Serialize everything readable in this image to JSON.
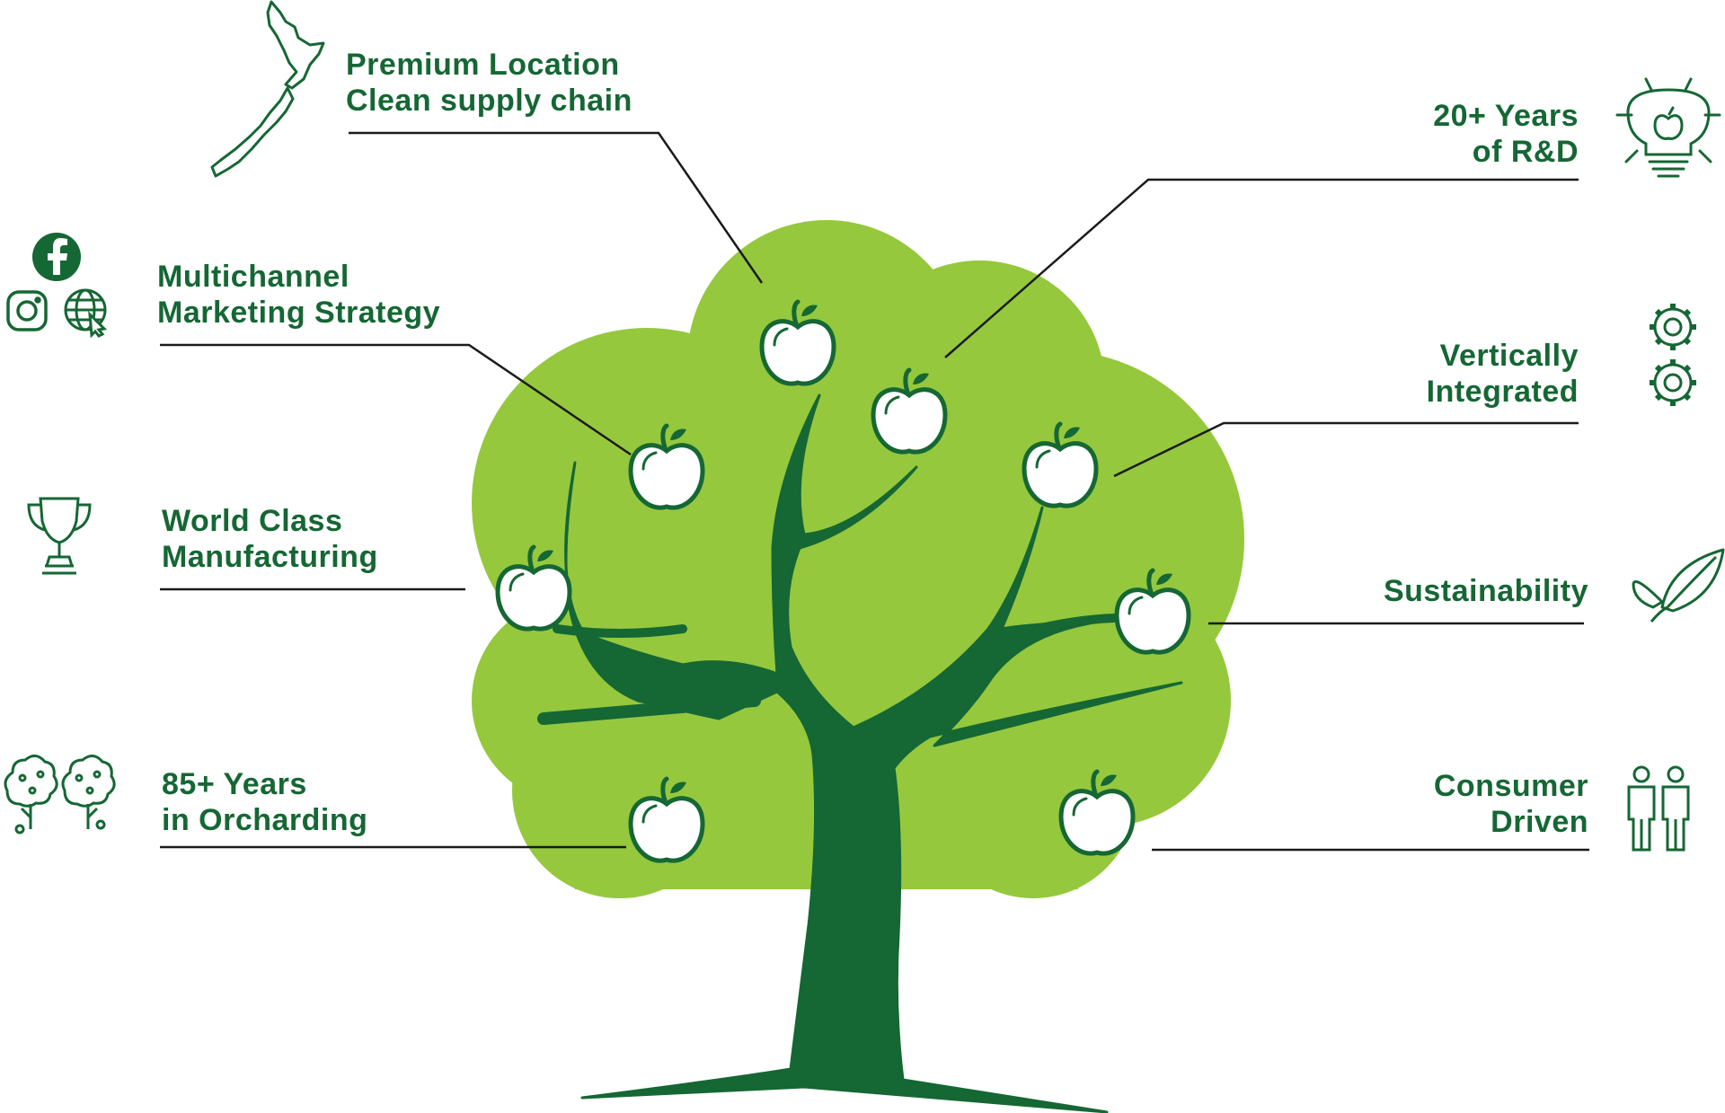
{
  "colors": {
    "dark_green": "#156734",
    "canopy_green": "#95c83d",
    "line": "#1a1a1a",
    "apple_fill": "#ffffff"
  },
  "labels": {
    "premium_location": {
      "line1": "Premium Location",
      "line2": "Clean supply chain"
    },
    "multichannel": {
      "line1": "Multichannel",
      "line2": "Marketing Strategy"
    },
    "world_class": {
      "line1": "World Class",
      "line2": "Manufacturing"
    },
    "orcharding": {
      "line1": "85+ Years",
      "line2": "in Orcharding"
    },
    "rnd": {
      "line1": "20+ Years",
      "line2": "of R&D"
    },
    "vertically": {
      "line1": "Vertically",
      "line2": "Integrated"
    },
    "sustainability": {
      "line1": "Sustainability"
    },
    "consumer": {
      "line1": "Consumer",
      "line2": "Driven"
    }
  },
  "icons": {
    "new_zealand": "new-zealand-map-icon",
    "facebook": "facebook-icon",
    "instagram": "instagram-icon",
    "web": "globe-cursor-icon",
    "trophy": "trophy-icon",
    "orchard": "orchard-trees-icon",
    "lightbulb": "lightbulb-apple-icon",
    "gears": "gears-icon",
    "leaf": "leaf-icon",
    "people": "people-icon"
  }
}
